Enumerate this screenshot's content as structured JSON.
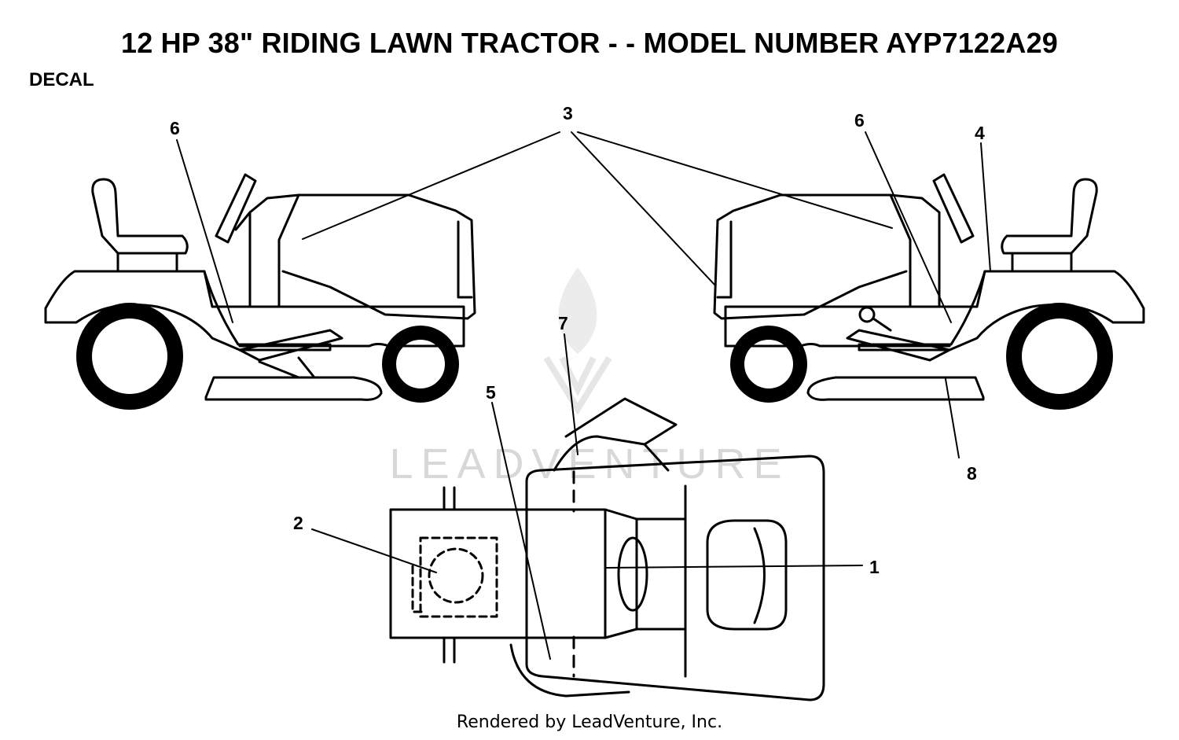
{
  "title": "12 HP 38\" RIDING LAWN TRACTOR - - MODEL NUMBER AYP7122A29",
  "section": "DECAL",
  "footer": "Rendered by LeadVenture, Inc.",
  "watermark": "LEADVENTURE",
  "callouts": [
    {
      "label": "1"
    },
    {
      "label": "2"
    },
    {
      "label": "3"
    },
    {
      "label": "4"
    },
    {
      "label": "5"
    },
    {
      "label": "6"
    },
    {
      "label": "6"
    },
    {
      "label": "7"
    },
    {
      "label": "8"
    }
  ],
  "colors": {
    "line": "#000000",
    "background": "#ffffff",
    "watermark": "#d8d8d8"
  }
}
